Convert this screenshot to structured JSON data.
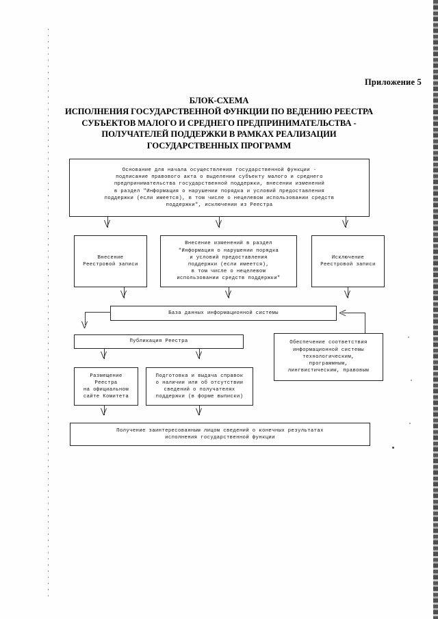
{
  "document": {
    "appendix_label": "Приложение 5",
    "title_lines": [
      "БЛОК-СХЕМА",
      "ИСПОЛНЕНИЯ ГОСУДАРСТВЕННОЙ ФУНКЦИИ ПО ВЕДЕНИЮ РЕЕСТРА",
      "СУБЪЕКТОВ МАЛОГО И СРЕДНЕГО ПРЕДПРИНИМАТЕЛЬСТВА -",
      "ПОЛУЧАТЕЛЕЙ ПОДДЕРЖКИ В РАМКАХ РЕАЛИЗАЦИИ",
      "ГОСУДАРСТВЕННЫХ ПРОГРАММ"
    ]
  },
  "flowchart": {
    "nodes": {
      "basis": {
        "lines": [
          "Основание для начала осуществления государственной функции -",
          "подписание правового акта о выделении субъекту малого и среднего",
          "предпринимательства государственной поддержки, внесении изменений",
          "в раздел \"Информация о нарушении порядка и условий предоставления",
          "поддержки (если имеется), в том числе о нецелевом использовании средств",
          "поддержки\", исключении из Реестра"
        ]
      },
      "entry": {
        "lines": [
          "Внесение",
          "Реестровой записи"
        ]
      },
      "amendment": {
        "lines": [
          "Внесение изменений в раздел",
          "\"Информация о нарушении порядка",
          "и условий предоставления",
          "поддержки (если имеется),",
          "в том числе о нецелевом",
          "использовании средств поддержки\""
        ]
      },
      "exclusion": {
        "lines": [
          "Исключение",
          "Реестровой записи"
        ]
      },
      "database": {
        "lines": [
          "База данных информационной системы"
        ]
      },
      "publication": {
        "lines": [
          "Публикация Реестра"
        ]
      },
      "compliance": {
        "lines": [
          "Обеспечение соответствия",
          "информационной системы",
          "технологическим,",
          "программным,",
          "лингвистическим, правовым"
        ]
      },
      "placement": {
        "lines": [
          "Размещение",
          "Реестра",
          "на официальном",
          "сайте Комитета"
        ]
      },
      "certificates": {
        "lines": [
          "Подготовка и выдача справок",
          "о наличии или об отсутствии",
          "сведений о получателях",
          "поддержки (в форме выписки)"
        ]
      },
      "result": {
        "lines": [
          "Получение заинтересованным лицом сведений о конечных результатах",
          "исполнения государственной функции"
        ]
      }
    }
  }
}
